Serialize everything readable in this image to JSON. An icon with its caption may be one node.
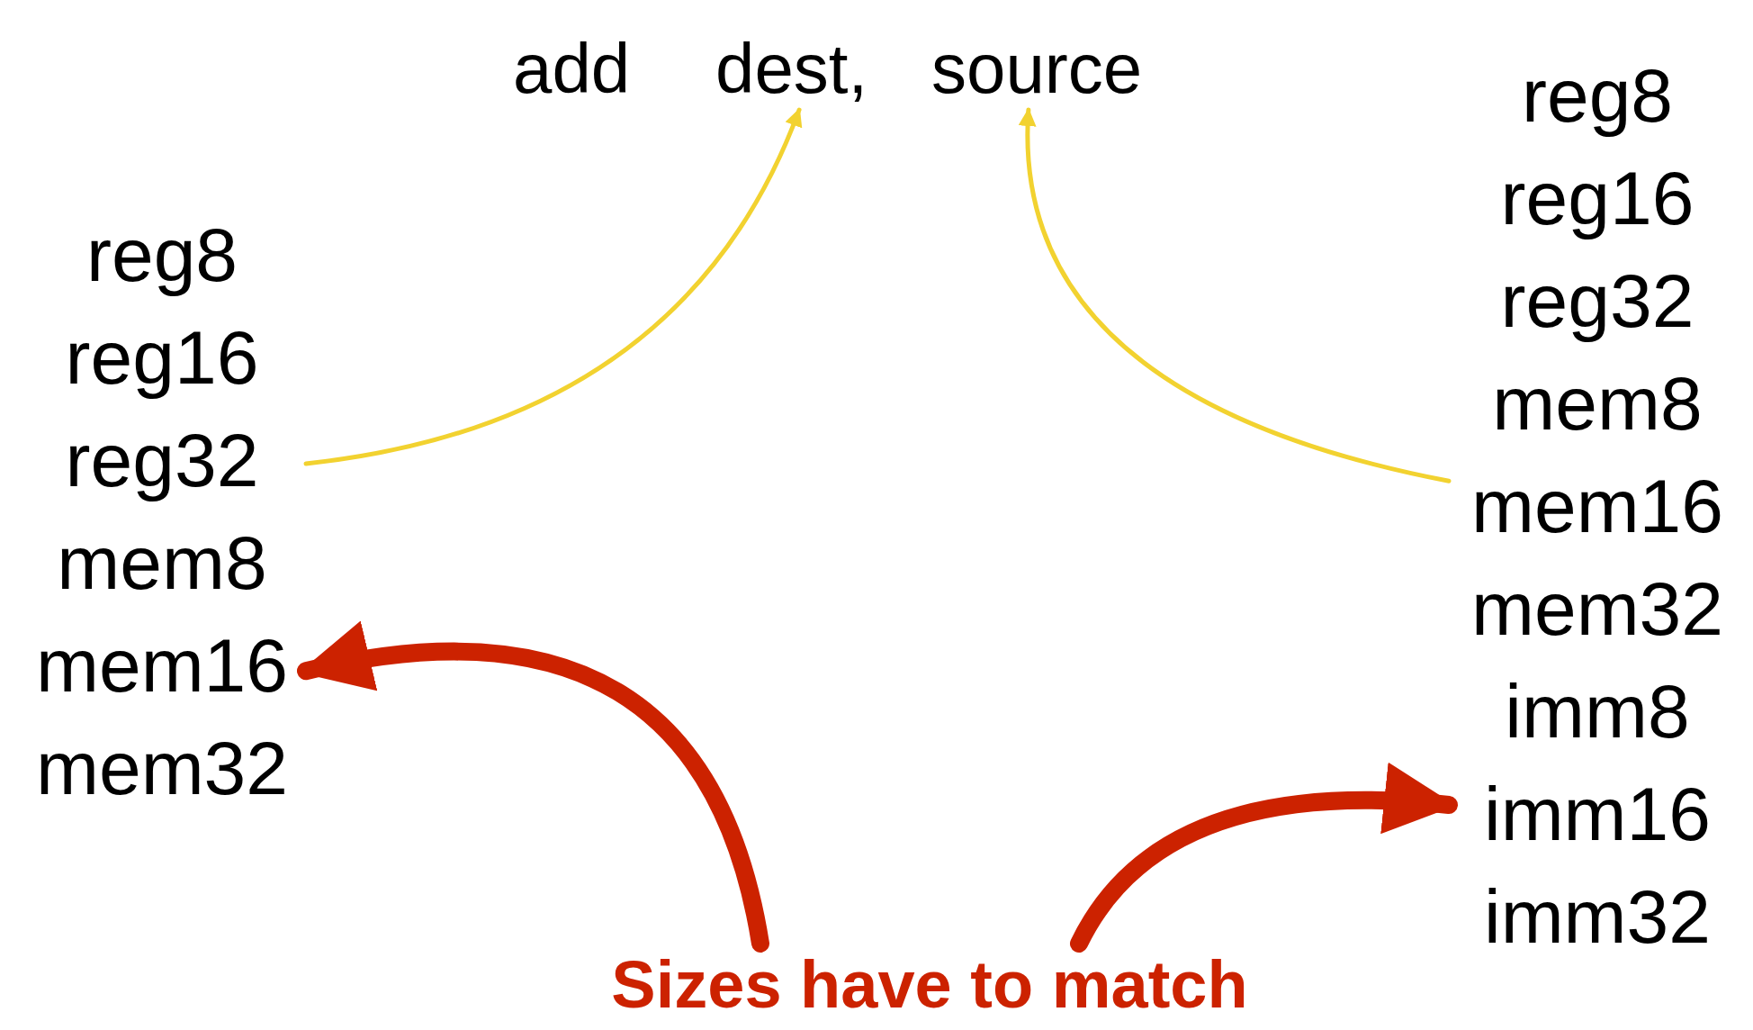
{
  "diagram": {
    "nodes": [
      {
        "text": [
          "dest,"
        ]
      },
      {
        "text": [
          "source"
        ]
      },
      {
        "text": [
          "reg8",
          "reg16",
          "reg32",
          "mem8",
          "mem16",
          "mem32"
        ]
      },
      {
        "text": [
          "reg8",
          "reg16",
          "reg32",
          "mem8",
          "mem16",
          "mem32",
          "imm8",
          "imm16",
          "imm32"
        ]
      },
      {
        "text": [
          "Sizes have to match"
        ]
      }
    ],
    "edges": [
      {
        "from": 2,
        "to": 0,
        "arrow": "to",
        "color": "#f2d230"
      },
      {
        "from": 3,
        "to": 1,
        "arrow": "to",
        "color": "#f2d230"
      },
      {
        "from": 4,
        "to": 2,
        "arrow": "to",
        "style": "thick",
        "color": "#cc2200"
      },
      {
        "from": 4,
        "to": 3,
        "arrow": "to",
        "style": "thick",
        "color": "#cc2200"
      }
    ],
    "labels": [
      "add"
    ]
  }
}
